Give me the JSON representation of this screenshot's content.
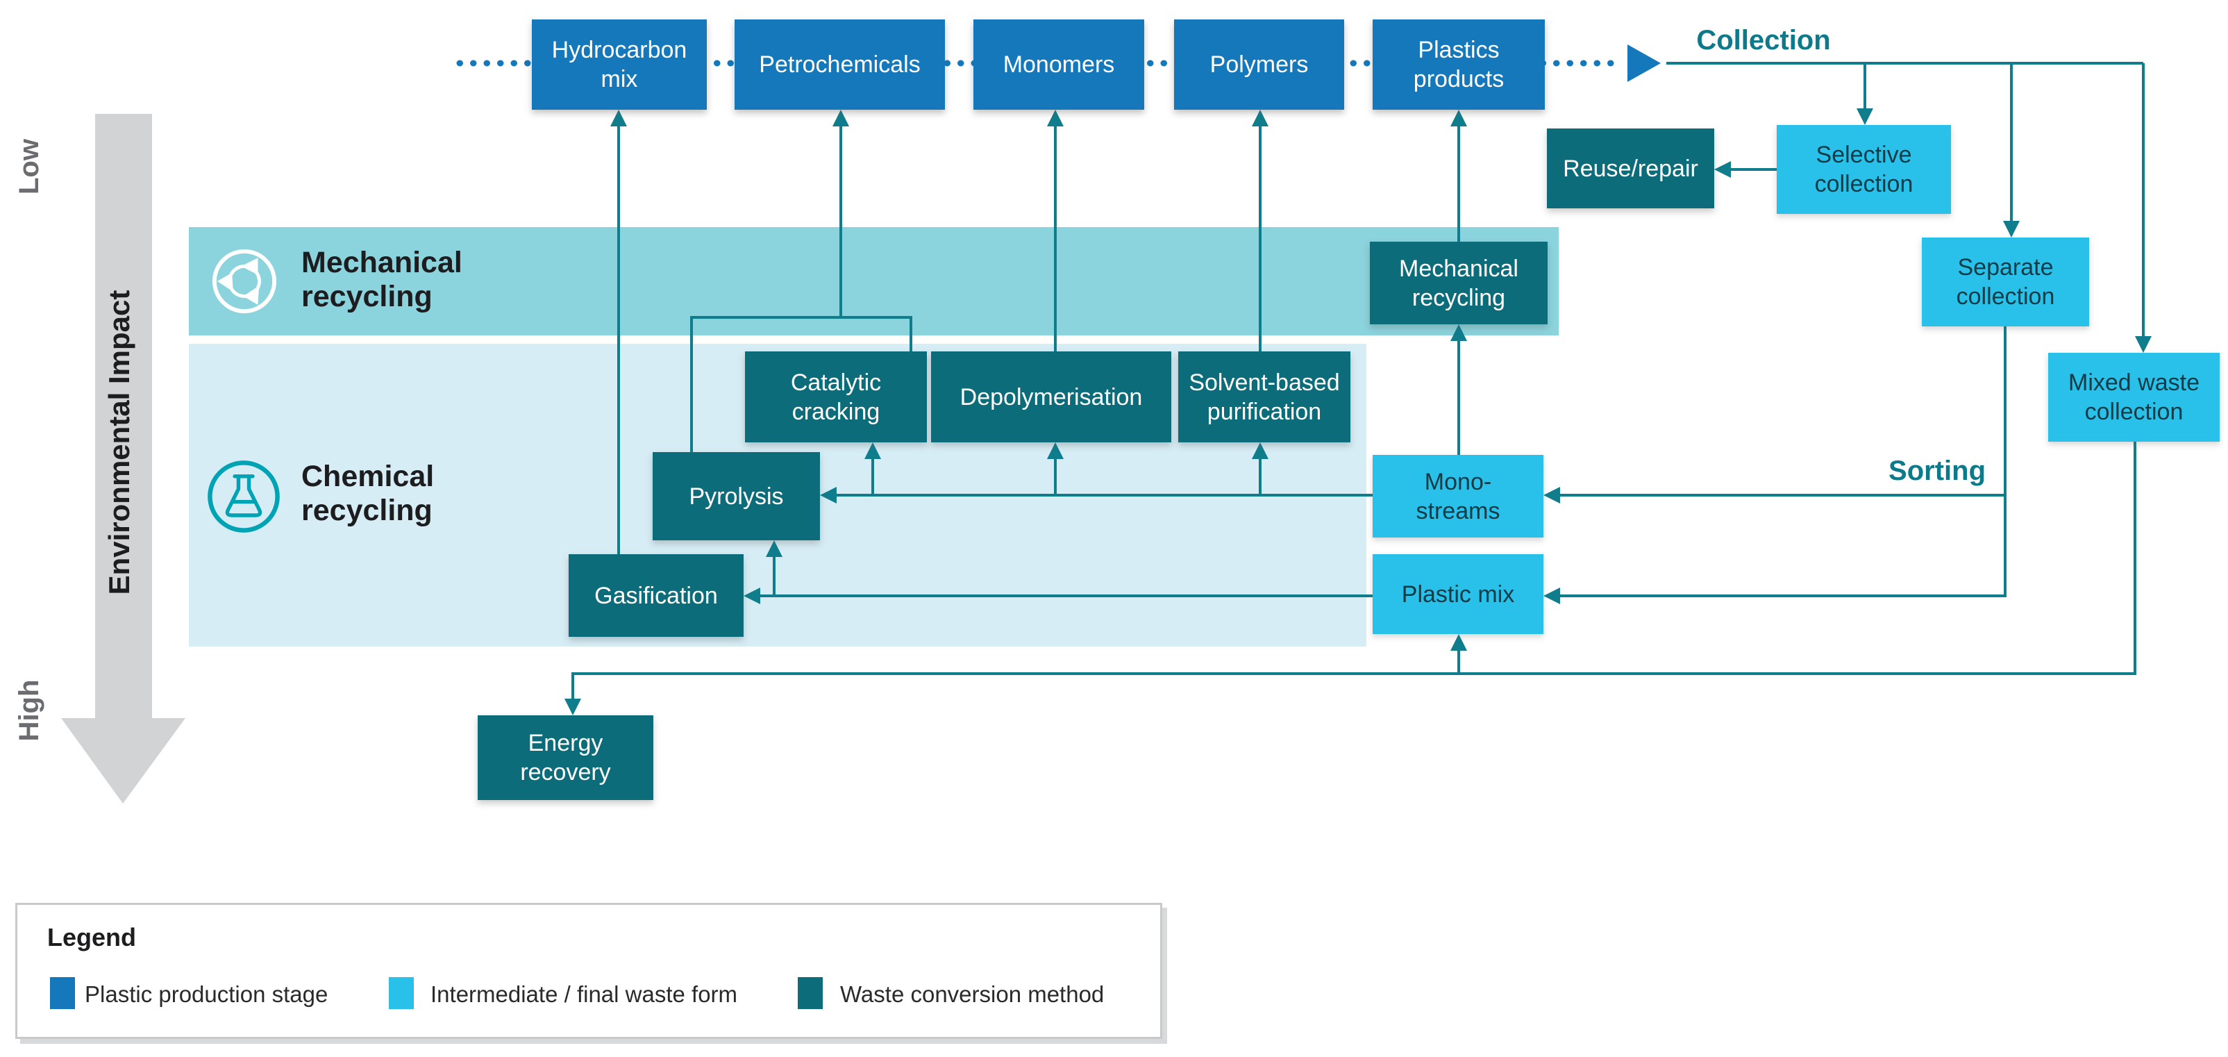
{
  "diagram": {
    "impact_axis": {
      "title": "Environmental Impact",
      "low": "Low",
      "high": "High"
    },
    "flow_labels": {
      "collection": "Collection",
      "sorting": "Sorting"
    },
    "production_stages": [
      {
        "label": "Hydrocarbon\nmix"
      },
      {
        "label": "Petrochemicals"
      },
      {
        "label": "Monomers"
      },
      {
        "label": "Polymers"
      },
      {
        "label": "Plastics\nproducts"
      }
    ],
    "bands": [
      {
        "label": "Mechanical\nrecycling",
        "icon": "recycle-icon"
      },
      {
        "label": "Chemical\nrecycling",
        "icon": "flask-icon"
      }
    ],
    "waste_forms": [
      {
        "label": "Selective\ncollection"
      },
      {
        "label": "Separate\ncollection"
      },
      {
        "label": "Mixed waste\ncollection"
      },
      {
        "label": "Mono-\nstreams"
      },
      {
        "label": "Plastic mix"
      }
    ],
    "conversion_methods": [
      {
        "label": "Reuse/repair"
      },
      {
        "label": "Mechanical\nrecycling"
      },
      {
        "label": "Catalytic\ncracking"
      },
      {
        "label": "Depolymerisation"
      },
      {
        "label": "Solvent-based\npurification"
      },
      {
        "label": "Pyrolysis"
      },
      {
        "label": "Gasification"
      },
      {
        "label": "Energy\nrecovery"
      }
    ]
  },
  "legend": {
    "title": "Legend",
    "items": [
      {
        "label": "Plastic production stage",
        "color": "#1478bb"
      },
      {
        "label": "Intermediate / final waste form",
        "color": "#29c1e9"
      },
      {
        "label": "Waste conversion method",
        "color": "#0d6c7a"
      }
    ]
  },
  "colors": {
    "production_stage": "#1478bb",
    "waste_form": "#29c1e9",
    "conversion_method": "#0d6c7a",
    "mechanical_band": "#8bd3dd",
    "chemical_band": "#d7edf5",
    "connector": "#0f7d8c",
    "impact_arrow": "#d2d3d5"
  }
}
